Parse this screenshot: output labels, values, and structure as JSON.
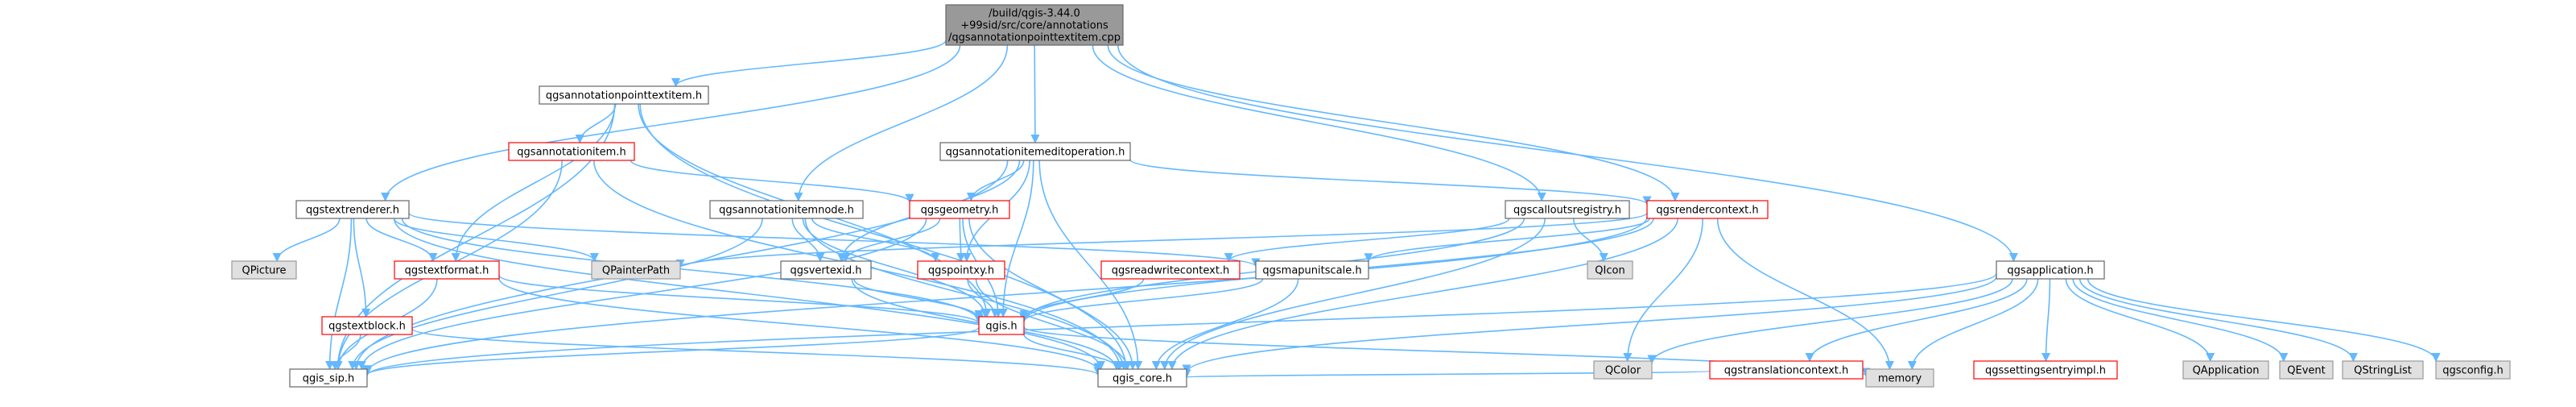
{
  "colors": {
    "edge": "#63b8ff",
    "node_fill": "#ffffff",
    "node_border": "#666666",
    "highlight_border": "#ff0000",
    "root_fill": "#999999",
    "external_fill": "#e0e0e0",
    "external_border": "#999999"
  },
  "nodes": {
    "root": {
      "label": [
        "/build/qgis-3.44.0",
        "+99sid/src/core/annotations",
        "/qgsannotationpointtextitem.cpp"
      ],
      "style": "root"
    },
    "pointtextitem_h": {
      "label": [
        "qgsannotationpointtextitem.h"
      ],
      "style": "normal"
    },
    "annotationitem_h": {
      "label": [
        "qgsannotationitem.h"
      ],
      "style": "red"
    },
    "itemeditop_h": {
      "label": [
        "qgsannotationitemeditoperation.h"
      ],
      "style": "normal"
    },
    "geometry_h": {
      "label": [
        "qgsgeometry.h"
      ],
      "style": "red"
    },
    "rendercontext_h": {
      "label": [
        "qgsrendercontext.h"
      ],
      "style": "red"
    },
    "calloutsregistry_h": {
      "label": [
        "qgscalloutsregistry.h"
      ],
      "style": "normal"
    },
    "textrenderer_h": {
      "label": [
        "qgstextrenderer.h"
      ],
      "style": "normal"
    },
    "itemnode_h": {
      "label": [
        "qgsannotationitemnode.h"
      ],
      "style": "normal"
    },
    "qpicture": {
      "label": [
        "QPicture"
      ],
      "style": "external"
    },
    "qpainterpath": {
      "label": [
        "QPainterPath"
      ],
      "style": "external"
    },
    "qicon": {
      "label": [
        "QIcon"
      ],
      "style": "external"
    },
    "textformat_h": {
      "label": [
        "qgstextformat.h"
      ],
      "style": "red"
    },
    "vertexid_h": {
      "label": [
        "qgsvertexid.h"
      ],
      "style": "normal"
    },
    "pointxy_h": {
      "label": [
        "qgspointxy.h"
      ],
      "style": "red"
    },
    "readwritecontext_h": {
      "label": [
        "qgsreadwritecontext.h"
      ],
      "style": "red"
    },
    "mapunitscale_h": {
      "label": [
        "qgsmapunitscale.h"
      ],
      "style": "normal"
    },
    "application_h": {
      "label": [
        "qgsapplication.h"
      ],
      "style": "normal"
    },
    "textblock_h": {
      "label": [
        "qgstextblock.h"
      ],
      "style": "red"
    },
    "qgis_h": {
      "label": [
        "qgis.h"
      ],
      "style": "red"
    },
    "qcolor": {
      "label": [
        "QColor"
      ],
      "style": "external"
    },
    "translationcontext_h": {
      "label": [
        "qgstranslationcontext.h"
      ],
      "style": "red"
    },
    "settingsentryimpl_h": {
      "label": [
        "qgssettingsentryimpl.h"
      ],
      "style": "red"
    },
    "qapplication": {
      "label": [
        "QApplication"
      ],
      "style": "external"
    },
    "qevent": {
      "label": [
        "QEvent"
      ],
      "style": "external"
    },
    "qstringlist": {
      "label": [
        "QStringList"
      ],
      "style": "external"
    },
    "qgsconfig_h": {
      "label": [
        "qgsconfig.h"
      ],
      "style": "external"
    },
    "qgis_sip_h": {
      "label": [
        "qgis_sip.h"
      ],
      "style": "normal"
    },
    "qgis_core_h": {
      "label": [
        "qgis_core.h"
      ],
      "style": "normal"
    },
    "memory": {
      "label": [
        "memory"
      ],
      "style": "external"
    }
  },
  "edges": [
    [
      "root",
      "pointtextitem_h"
    ],
    [
      "root",
      "textrenderer_h"
    ],
    [
      "root",
      "itemnode_h"
    ],
    [
      "root",
      "itemeditop_h"
    ],
    [
      "root",
      "calloutsregistry_h"
    ],
    [
      "root",
      "rendercontext_h"
    ],
    [
      "root",
      "application_h"
    ],
    [
      "pointtextitem_h",
      "annotationitem_h"
    ],
    [
      "pointtextitem_h",
      "textformat_h"
    ],
    [
      "pointtextitem_h",
      "qgis_h"
    ],
    [
      "pointtextitem_h",
      "qgis_sip_h"
    ],
    [
      "pointtextitem_h",
      "qgis_core_h"
    ],
    [
      "annotationitem_h",
      "geometry_h"
    ],
    [
      "annotationitem_h",
      "qgis_sip_h"
    ],
    [
      "annotationitem_h",
      "qgis_core_h"
    ],
    [
      "itemeditop_h",
      "geometry_h"
    ],
    [
      "itemeditop_h",
      "rendercontext_h"
    ],
    [
      "itemeditop_h",
      "vertexid_h"
    ],
    [
      "itemeditop_h",
      "pointxy_h"
    ],
    [
      "itemeditop_h",
      "qgis_h"
    ],
    [
      "itemeditop_h",
      "qgis_sip_h"
    ],
    [
      "itemeditop_h",
      "qgis_core_h"
    ],
    [
      "geometry_h",
      "vertexid_h"
    ],
    [
      "geometry_h",
      "pointxy_h"
    ],
    [
      "geometry_h",
      "qgis_h"
    ],
    [
      "geometry_h",
      "qgis_sip_h"
    ],
    [
      "geometry_h",
      "qgis_core_h"
    ],
    [
      "rendercontext_h",
      "qpainterpath"
    ],
    [
      "rendercontext_h",
      "mapunitscale_h"
    ],
    [
      "rendercontext_h",
      "qcolor"
    ],
    [
      "rendercontext_h",
      "qgis_h"
    ],
    [
      "rendercontext_h",
      "qgis_sip_h"
    ],
    [
      "rendercontext_h",
      "qgis_core_h"
    ],
    [
      "rendercontext_h",
      "memory"
    ],
    [
      "calloutsregistry_h",
      "qicon"
    ],
    [
      "calloutsregistry_h",
      "readwritecontext_h"
    ],
    [
      "calloutsregistry_h",
      "qgis_h"
    ],
    [
      "calloutsregistry_h",
      "qgis_core_h"
    ],
    [
      "textrenderer_h",
      "qpicture"
    ],
    [
      "textrenderer_h",
      "qpainterpath"
    ],
    [
      "textrenderer_h",
      "textformat_h"
    ],
    [
      "textrenderer_h",
      "textblock_h"
    ],
    [
      "textrenderer_h",
      "mapunitscale_h"
    ],
    [
      "textrenderer_h",
      "qgis_h"
    ],
    [
      "textrenderer_h",
      "qgis_sip_h"
    ],
    [
      "textrenderer_h",
      "qgis_core_h"
    ],
    [
      "itemnode_h",
      "vertexid_h"
    ],
    [
      "itemnode_h",
      "pointxy_h"
    ],
    [
      "itemnode_h",
      "qgis_h"
    ],
    [
      "itemnode_h",
      "qgis_sip_h"
    ],
    [
      "itemnode_h",
      "qgis_core_h"
    ],
    [
      "textformat_h",
      "qgis_h"
    ],
    [
      "textformat_h",
      "qgis_sip_h"
    ],
    [
      "textformat_h",
      "qgis_core_h"
    ],
    [
      "vertexid_h",
      "qgis_h"
    ],
    [
      "vertexid_h",
      "qgis_core_h"
    ],
    [
      "pointxy_h",
      "qgis_h"
    ],
    [
      "pointxy_h",
      "qgis_core_h"
    ],
    [
      "readwritecontext_h",
      "qgis_h"
    ],
    [
      "mapunitscale_h",
      "qgis_h"
    ],
    [
      "mapunitscale_h",
      "qgis_core_h"
    ],
    [
      "application_h",
      "qcolor"
    ],
    [
      "application_h",
      "translationcontext_h"
    ],
    [
      "application_h",
      "settingsentryimpl_h"
    ],
    [
      "application_h",
      "qapplication"
    ],
    [
      "application_h",
      "qevent"
    ],
    [
      "application_h",
      "qstringlist"
    ],
    [
      "application_h",
      "qgsconfig_h"
    ],
    [
      "application_h",
      "memory"
    ],
    [
      "application_h",
      "qgis_sip_h"
    ],
    [
      "application_h",
      "qgis_core_h"
    ],
    [
      "translationcontext_h",
      "qgis_core_h"
    ],
    [
      "textblock_h",
      "qgis_sip_h"
    ],
    [
      "textblock_h",
      "qgis_core_h"
    ],
    [
      "qgis_h",
      "qgis_sip_h"
    ],
    [
      "qgis_h",
      "qgis_core_h"
    ],
    [
      "qgis_h",
      "memory"
    ]
  ]
}
